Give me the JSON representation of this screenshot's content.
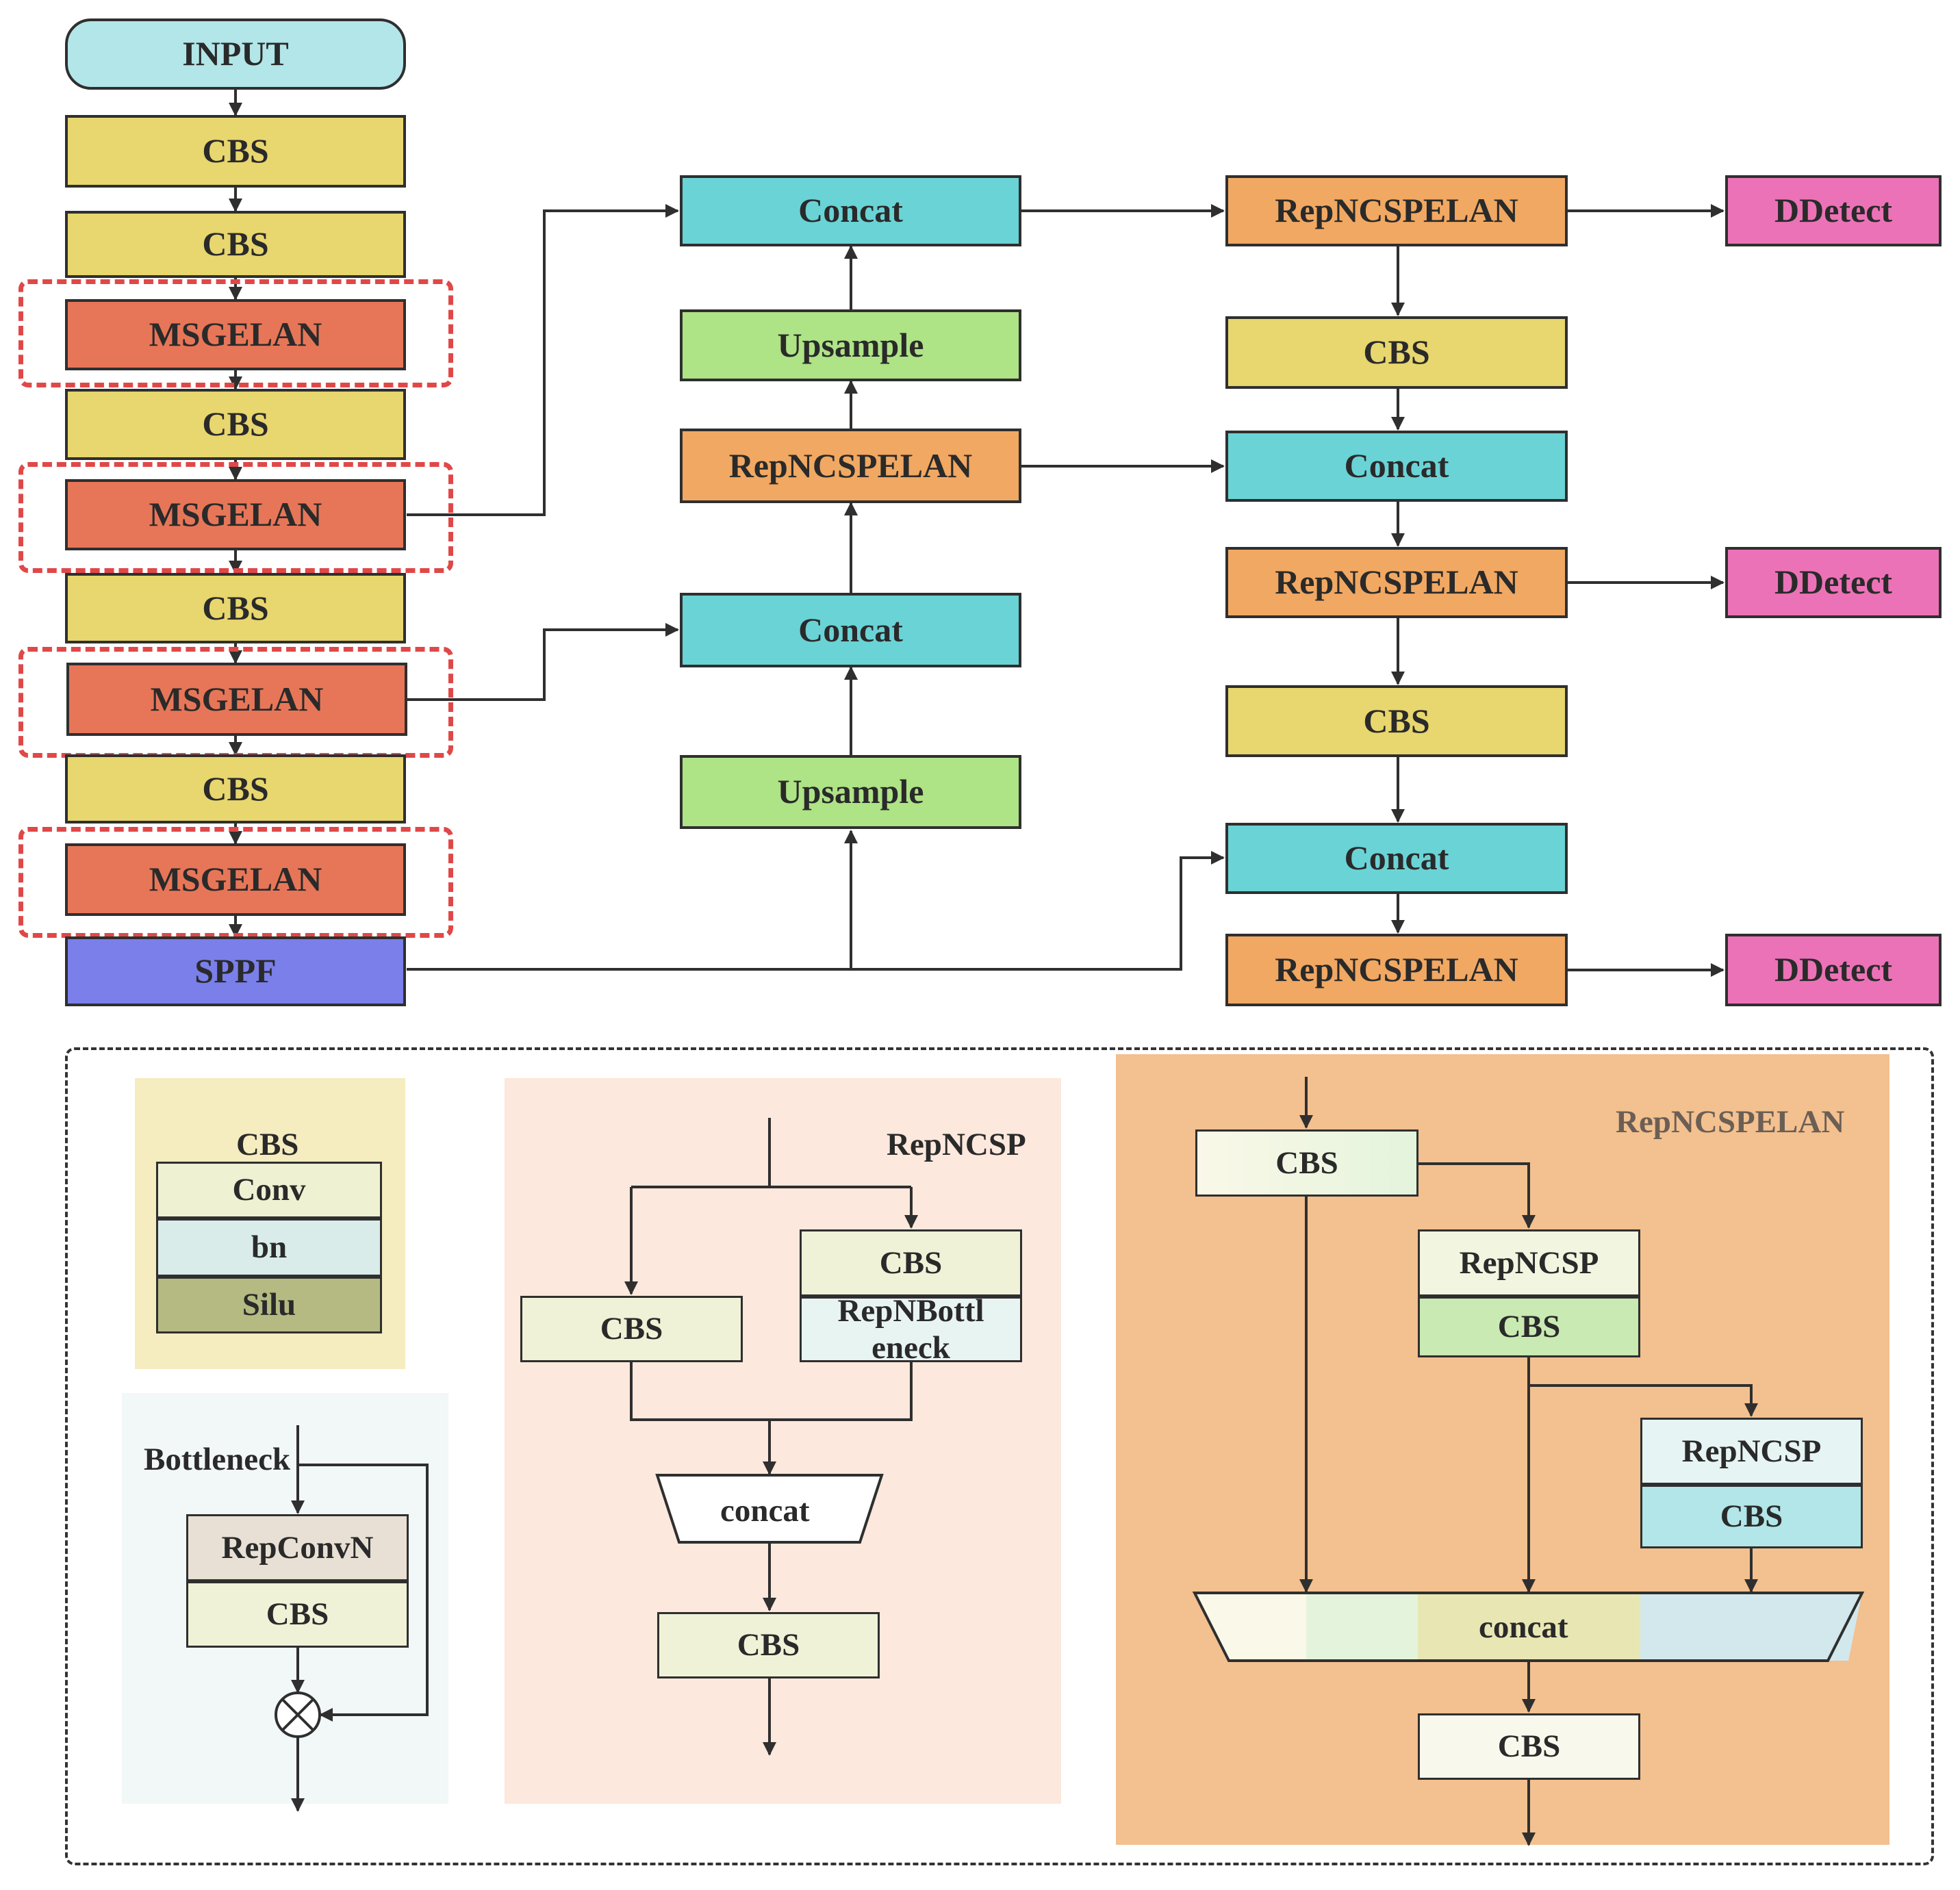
{
  "colors": {
    "input": "#b2e6e8",
    "cbs": "#e8d66e",
    "msgelan": "#e77658",
    "sppf": "#7a7fea",
    "concat": "#6ad3d6",
    "upsample": "#aee386",
    "repncspelan": "#f1a862",
    "ddetect": "#ec72b7",
    "dashed_highlight": "#e04848",
    "legend_cbs_bg": "#f5ecbf",
    "legend_bottleneck_bg": "#f2f7f8",
    "legend_repncsp_bg": "#fce8dc",
    "legend_repncspelan_bg": "#f3c08f"
  },
  "backbone": {
    "input": "INPUT",
    "cbs1": "CBS",
    "cbs2": "CBS",
    "msgelan1": "MSGELAN",
    "cbs3": "CBS",
    "msgelan2": "MSGELAN",
    "cbs4": "CBS",
    "msgelan3": "MSGELAN",
    "cbs5": "CBS",
    "msgelan4": "MSGELAN",
    "sppf": "SPPF"
  },
  "neck": {
    "concat_top": "Concat",
    "upsample_top": "Upsample",
    "repncspelan_mid": "RepNCSPELAN",
    "concat_mid": "Concat",
    "upsample_bottom": "Upsample"
  },
  "head": {
    "repncspelan1": "RepNCSPELAN",
    "cbs1": "CBS",
    "concat1": "Concat",
    "repncspelan2": "RepNCSPELAN",
    "cbs2": "CBS",
    "concat2": "Concat",
    "repncspelan3": "RepNCSPELAN",
    "ddetect1": "DDetect",
    "ddetect2": "DDetect",
    "ddetect3": "DDetect"
  },
  "legend": {
    "cbs_block": {
      "title": "CBS",
      "conv": "Conv",
      "bn": "bn",
      "silu": "Silu"
    },
    "bottleneck_block": {
      "title": "Bottleneck",
      "repconvn": "RepConvN",
      "cbs": "CBS"
    },
    "repncsp_block": {
      "title": "RepNCSP",
      "cbs_left": "CBS",
      "cbs_right": "CBS",
      "repnbottleneck": "RepNBottl eneck",
      "concat": "concat",
      "cbs_out": "CBS"
    },
    "repncspelan_block": {
      "title": "RepNCSPELAN",
      "cbs_top": "CBS",
      "repncsp1": "RepNCSP",
      "cbs_a": "CBS",
      "repncsp2": "RepNCSP",
      "cbs_b": "CBS",
      "concat": "concat",
      "cbs_out": "CBS"
    }
  }
}
